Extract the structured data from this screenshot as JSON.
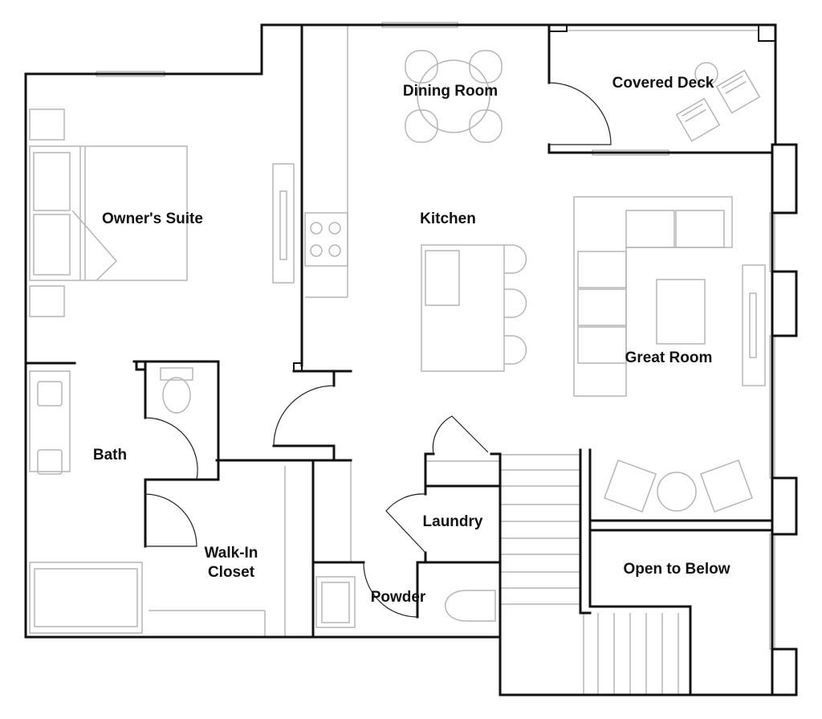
{
  "plan": {
    "rooms": {
      "owners_suite": "Owner's Suite",
      "dining_room": "Dining Room",
      "covered_deck": "Covered Deck",
      "kitchen": "Kitchen",
      "great_room": "Great Room",
      "bath": "Bath",
      "walk_in_closet_line1": "Walk-In",
      "walk_in_closet_line2": "Closet",
      "laundry": "Laundry",
      "powder": "Powder",
      "open_to_below": "Open to Below"
    }
  }
}
